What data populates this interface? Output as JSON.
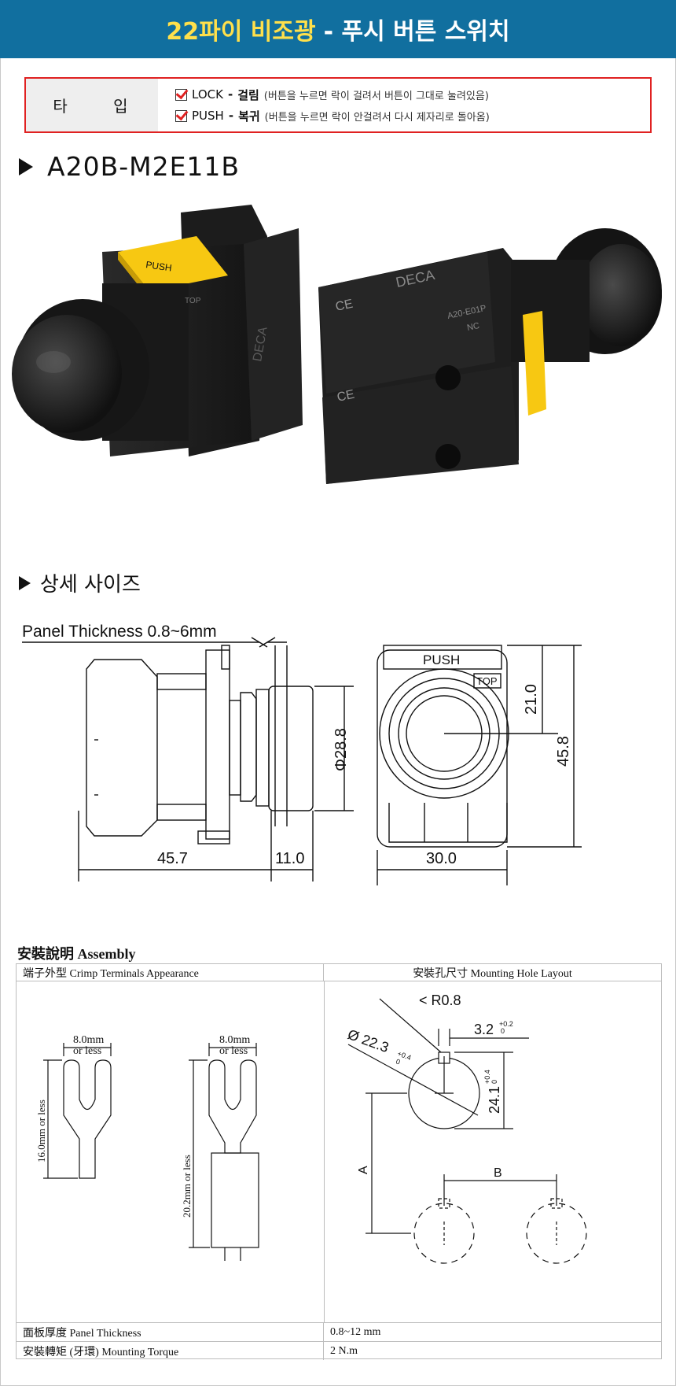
{
  "header": {
    "title_accent": "22파이 비조광",
    "title_rest": "- 푸시 버튼 스위치"
  },
  "type_box": {
    "label": "타 입",
    "items": [
      {
        "name": "LOCK",
        "sep": "-",
        "label": "걸림",
        "desc": "(버튼을 누르면 락이 걸려서 버튼이 그대로 눌려있음)"
      },
      {
        "name": "PUSH",
        "sep": "-",
        "label": "복귀",
        "desc": "(버튼을 누르면 락이 안걸려서 다시 제자리로 돌아옴)"
      }
    ]
  },
  "model": {
    "code": "A20B-M2E11B"
  },
  "photo_labels": {
    "push_tab": "PUSH",
    "brand": "DECA",
    "block_code": "A20-E01P",
    "nc": "NC",
    "ce": "CE",
    "top": "TOP"
  },
  "detail": {
    "heading": "상세 사이즈",
    "panel_thickness": "Panel Thickness 0.8~6mm",
    "dim_457": "45.7",
    "dim_110": "11.0",
    "dim_288": "Φ28.8",
    "dim_300": "30.0",
    "dim_210": "21.0",
    "dim_458": "45.8",
    "push_label": "PUSH",
    "top_label": "TOP"
  },
  "assembly": {
    "title": "安裝說明 Assembly",
    "left_header": "端子外型 Crimp Terminals Appearance",
    "right_header": "安裝孔尺寸 Mounting Hole Layout",
    "terminal_width_1": "8.0mm",
    "terminal_width_1b": "or less",
    "terminal_width_2": "8.0mm",
    "terminal_width_2b": "or less",
    "terminal_len_1": "16.0mm or less",
    "terminal_len_2": "20.2mm or less",
    "r_label": "< R0.8",
    "dia_label": "Ø 22.3",
    "dia_tol": "+0.4",
    "dia_tol_low": "0",
    "key_label": "3.2",
    "key_tol": "+0.2",
    "key_tol_low": "0",
    "key_height": "24.1",
    "kh_tol": "+0.4",
    "kh_tol_low": "0",
    "label_a": "A",
    "label_b": "B",
    "rows": [
      {
        "key": "面板厚度 Panel Thickness",
        "value": "0.8~12 mm"
      },
      {
        "key": "安裝轉矩 (牙環) Mounting Torque",
        "value": "2 N.m"
      }
    ]
  },
  "colors": {
    "title_bar": "#116f9f",
    "title_accent": "#ffe04b",
    "type_border": "#e02121",
    "yellow_tab": "#f7c812",
    "product_black": "#1e1e1e"
  }
}
